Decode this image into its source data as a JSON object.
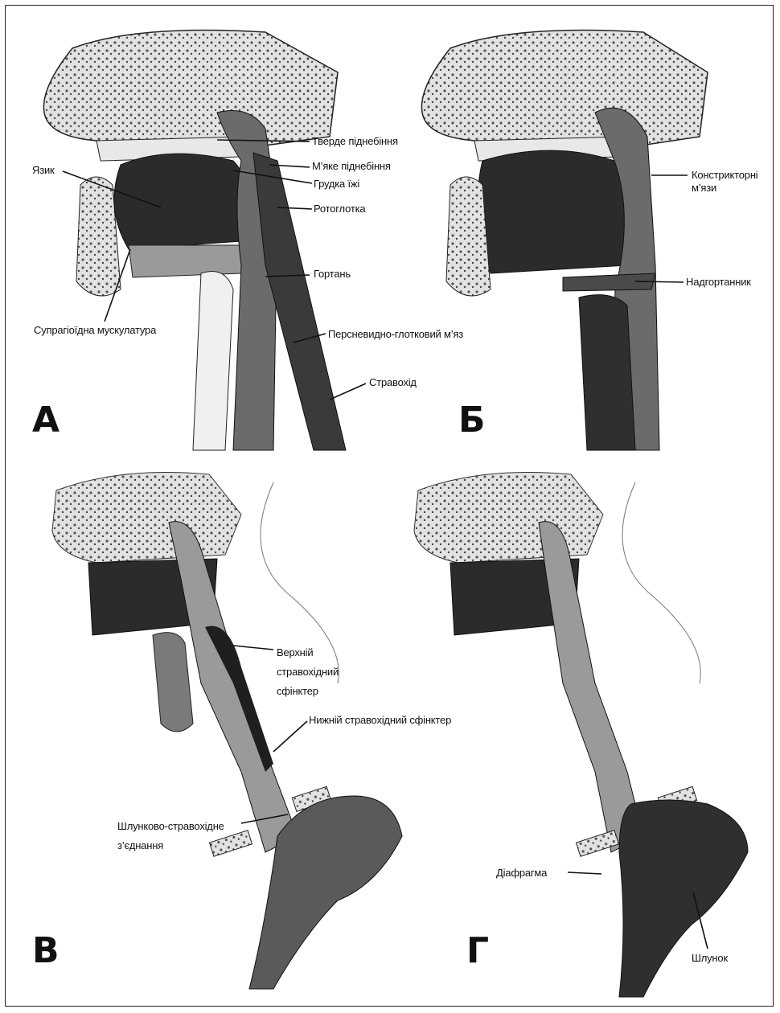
{
  "colors": {
    "dark_tissue": "#2b2b2b",
    "mid_tissue": "#8a8a8a",
    "light_tissue": "#d6d6d6",
    "line": "#111111"
  },
  "panels": [
    {
      "letter": "А",
      "labels": [
        "Тверде піднебіння",
        "М’яке піднебіння",
        "Грудка їжі",
        "Ротоглотка",
        "Язик",
        "Гортань",
        "Супрагіоїдна мускулатура",
        "Персневидно-глотковий м’яз",
        "Стравохід"
      ]
    },
    {
      "letter": "Б",
      "labels": [
        "Констрикторні м’язи",
        "Надгортанник"
      ]
    },
    {
      "letter": "В",
      "labels": [
        "Верхній стравохідний сфінктер",
        "Нижній стравохідний сфінктер",
        "Шлунково-стравохідне з’єднання"
      ]
    },
    {
      "letter": "Г",
      "labels": [
        "Діафрагма",
        "Шлунок"
      ]
    }
  ]
}
